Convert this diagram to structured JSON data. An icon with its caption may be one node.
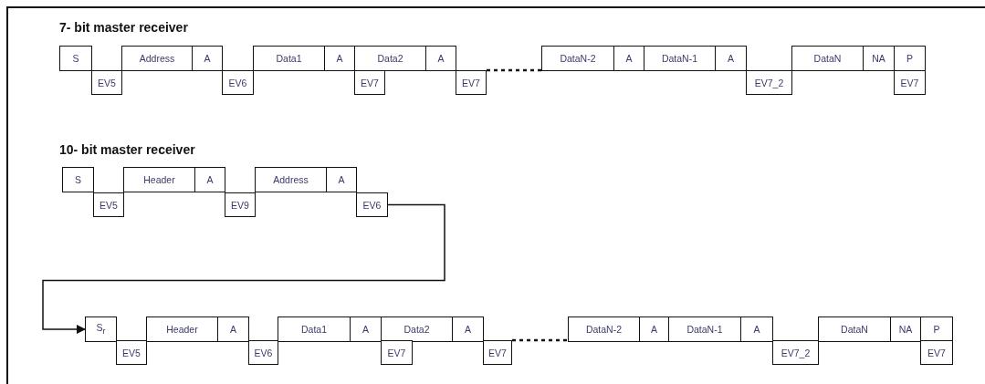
{
  "diagram": {
    "nodes": [
      {
        "text": [
          "S"
        ]
      },
      {
        "text": [
          "EV5"
        ]
      },
      {
        "text": [
          "Address"
        ]
      },
      {
        "text": [
          "A"
        ]
      },
      {
        "text": [
          "EV6"
        ]
      },
      {
        "text": [
          "Data1"
        ]
      },
      {
        "text": [
          "A"
        ]
      },
      {
        "text": [
          "Data2"
        ]
      },
      {
        "text": [
          "EV7"
        ]
      },
      {
        "text": [
          "A"
        ]
      },
      {
        "text": [
          "EV7"
        ]
      },
      {
        "text": [
          "DataN-2"
        ]
      },
      {
        "text": [
          "A"
        ]
      },
      {
        "text": [
          "DataN-1"
        ]
      },
      {
        "text": [
          "A"
        ]
      },
      {
        "text": [
          "EV7_2"
        ]
      },
      {
        "text": [
          "DataN"
        ]
      },
      {
        "text": [
          "NA"
        ]
      },
      {
        "text": [
          "P"
        ]
      },
      {
        "text": [
          "EV7"
        ]
      },
      {
        "text": [
          "S"
        ]
      },
      {
        "text": [
          "EV5"
        ]
      },
      {
        "text": [
          "Header"
        ]
      },
      {
        "text": [
          "A"
        ]
      },
      {
        "text": [
          "EV9"
        ]
      },
      {
        "text": [
          "Address"
        ]
      },
      {
        "text": [
          "A"
        ]
      },
      {
        "text": [
          "EV6"
        ]
      },
      {
        "text": [
          "S$_{r}$"
        ]
      },
      {
        "text": [
          "EV5"
        ]
      },
      {
        "text": [
          "Header"
        ]
      },
      {
        "text": [
          "A"
        ]
      },
      {
        "text": [
          "EV6"
        ]
      },
      {
        "text": [
          "Data1"
        ]
      },
      {
        "text": [
          "A"
        ]
      },
      {
        "text": [
          "Data2"
        ]
      },
      {
        "text": [
          "EV7"
        ]
      },
      {
        "text": [
          "A"
        ]
      },
      {
        "text": [
          "EV7"
        ]
      },
      {
        "text": [
          "DataN-2"
        ]
      },
      {
        "text": [
          "A"
        ]
      },
      {
        "text": [
          "DataN-1"
        ]
      },
      {
        "text": [
          "A"
        ]
      },
      {
        "text": [
          "EV7_2"
        ]
      },
      {
        "text": [
          "DataN"
        ]
      },
      {
        "text": [
          "NA"
        ]
      },
      {
        "text": [
          "P"
        ]
      },
      {
        "text": [
          "EV7"
        ]
      }
    ],
    "edges": [
      {
        "from": 10,
        "to": 11,
        "arrow": "none",
        "style": "dashed"
      },
      {
        "from": 27,
        "to": 28,
        "arrow": "to"
      },
      {
        "from": 38,
        "to": 39,
        "arrow": "none",
        "style": "dashed"
      }
    ],
    "labels": [
      "7- bit master receiver",
      "10- bit master receiver"
    ]
  }
}
